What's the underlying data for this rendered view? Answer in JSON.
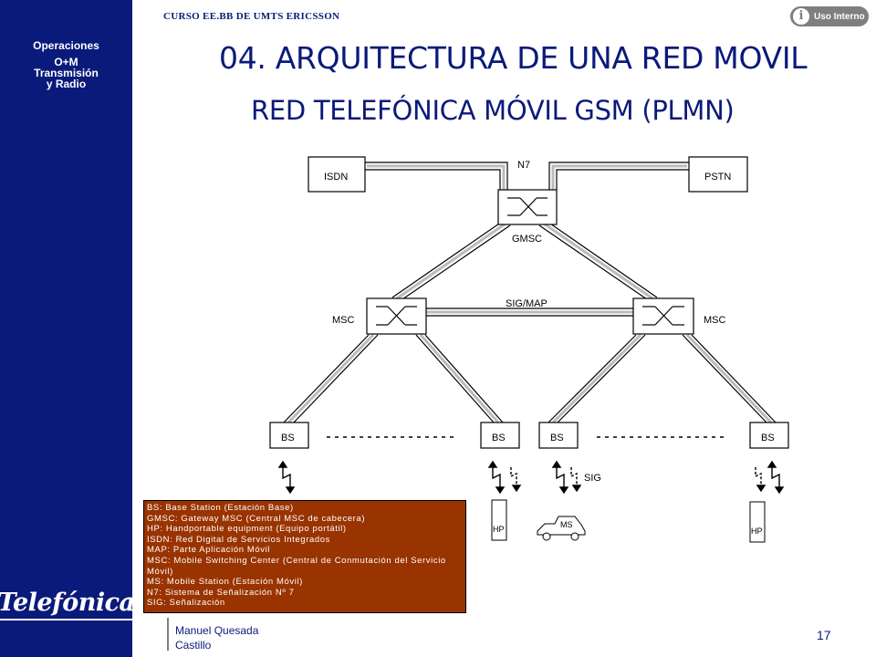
{
  "sidebar": {
    "lines": [
      "Operaciones",
      "O+M",
      "Transmisión",
      "y Radio"
    ],
    "logo": "Telefónica",
    "background": "#0a1a7a"
  },
  "header": {
    "course": "CURSO EE.BB DE UMTS ERICSSON",
    "badge": {
      "icon": "info-icon",
      "label": "Uso Interno"
    }
  },
  "title": "04. ARQUITECTURA DE UNA RED MOVIL",
  "subtitle": "RED TELEFÓNICA MÓVIL GSM (PLMN)",
  "diagram": {
    "nodes": {
      "isdn": "ISDN",
      "pstn": "PSTN",
      "gmsc": "GMSC",
      "msc_left": "MSC",
      "msc_right": "MSC",
      "bs1": "BS",
      "bs2": "BS",
      "bs3": "BS",
      "bs4": "BS"
    },
    "links": {
      "n7": "N7",
      "sig_map": "SIG/MAP",
      "sig": "SIG"
    },
    "terminals": {
      "hp_left": "HP",
      "ms": "MS",
      "hp_right": "HP"
    }
  },
  "legend": [
    "BS: Base Station (Estación Base)",
    "GMSC: Gateway MSC (Central MSC de cabecera)",
    "HP: Handportable equipment (Equipo portátil)",
    "ISDN: Red Digital de Servicios Integrados",
    "MAP: Parte Aplicación Móvil",
    "MSC: Mobile Switching Center (Central de Conmutación del Servicio",
    "Móvil)",
    "MS: Mobile Station (Estación Móvil)",
    "N7: Sistema de Señalización Nº 7",
    "SIG: Señalización"
  ],
  "footer": {
    "author_line1": "Manuel Quesada",
    "author_line2": "Castillo",
    "page": "17"
  },
  "colors": {
    "brand_blue": "#0a1a7a",
    "legend_bg": "#993300",
    "badge_gray": "#7f7f7f"
  }
}
